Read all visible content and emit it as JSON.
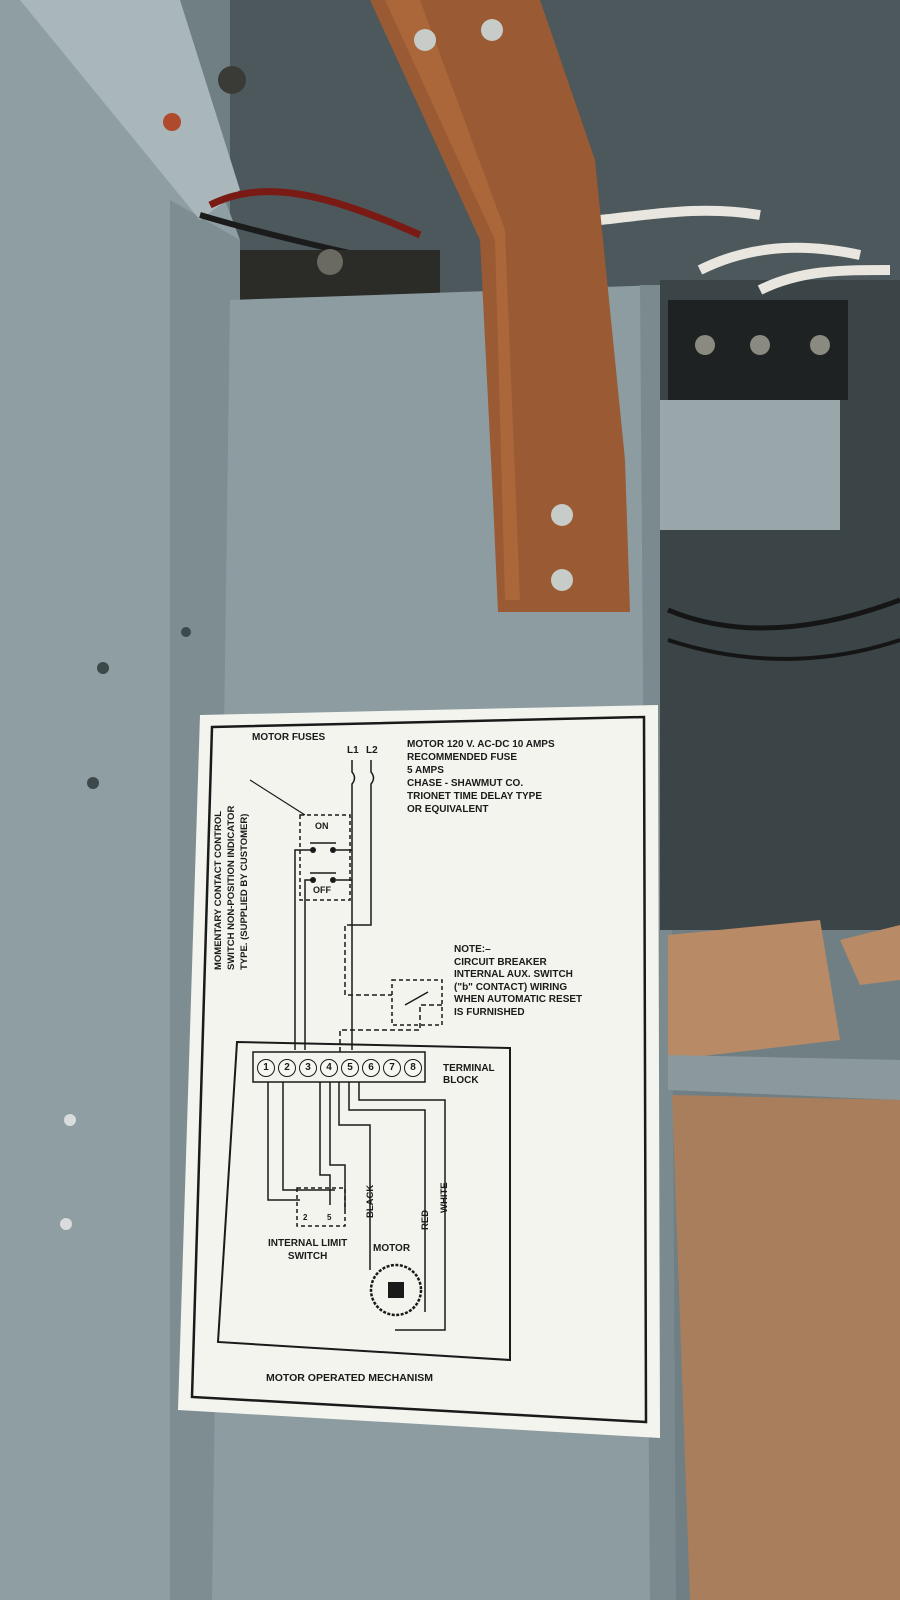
{
  "colors": {
    "panel": "#8a9a9f",
    "panel_dark": "#5f6e73",
    "busbar": "#9a5a33",
    "label_bg": "#f4f4ee",
    "ink": "#1a1a1a",
    "cardboard": "#b98a66"
  },
  "label": {
    "motor_fuses": "MOTOR FUSES",
    "l1": "L1",
    "l2": "L2",
    "fuse_spec": "MOTOR 120 V. AC-DC 10 AMPS\nRECOMMENDED FUSE\n5 AMPS\nCHASE - SHAWMUT CO.\nTRIONET TIME DELAY TYPE\nOR EQUIVALENT",
    "control_switch_note": "MOMENTARY CONTACT CONTROL\nSWITCH NON-POSITION INDICATOR\nTYPE. (SUPPLIED BY CUSTOMER)",
    "on": "ON",
    "off": "OFF",
    "note": "NOTE:–\nCIRCUIT BREAKER\nINTERNAL AUX. SWITCH\n(\"b\" CONTACT) WIRING\nWHEN AUTOMATIC RESET\nIS FURNISHED",
    "terminal_block": "TERMINAL\nBLOCK",
    "terminals": [
      "1",
      "2",
      "3",
      "4",
      "5",
      "6",
      "7",
      "8"
    ],
    "black": "BLACK",
    "red": "RED",
    "white": "WHITE",
    "limit_switch": "INTERNAL LIMIT\nSWITCH",
    "limit_contacts": [
      "2",
      "5"
    ],
    "motor": "MOTOR",
    "mechanism": "MOTOR OPERATED MECHANISM"
  }
}
